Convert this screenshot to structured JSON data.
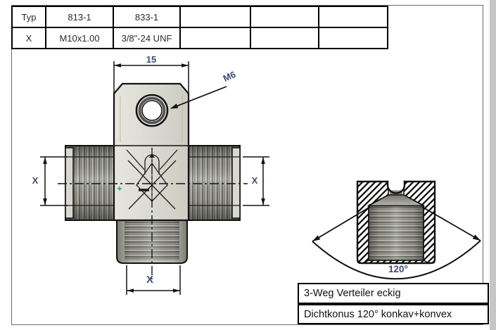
{
  "table": {
    "rows": [
      {
        "cells": [
          "Typ",
          "813-1",
          "833-1",
          "",
          "",
          ""
        ]
      },
      {
        "cells": [
          "X",
          "M10x1.00",
          "3/8\"-24 UNF",
          "",
          "",
          ""
        ]
      }
    ]
  },
  "dimensions": {
    "tab_width": "15",
    "hole_thread": "M6",
    "left_thread": "X",
    "right_thread": "X",
    "bottom_thread": "X",
    "cone_angle": "120°"
  },
  "title_block": {
    "line1": "3-Weg Verteiler eckig",
    "line2": "Dichtkonus 120° konkav+konvex"
  },
  "colors": {
    "dimension_text": "#3e4c74",
    "edge": "#111111",
    "metal_light": "#e3e3db",
    "metal_dark": "#8f8f88",
    "accent_mark": "#18a7a0"
  }
}
